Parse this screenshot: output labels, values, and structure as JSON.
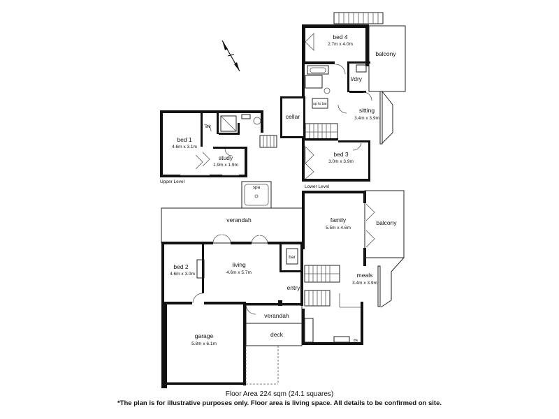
{
  "rooms": {
    "bed4": {
      "name": "bed 4",
      "dims": "2.7m x 4.0m"
    },
    "balcony_top": {
      "name": "balcony"
    },
    "ldry": {
      "name": "l/dry"
    },
    "cellar": {
      "name": "cellar"
    },
    "sitting": {
      "name": "sitting",
      "dims": "3.4m x 3.9m"
    },
    "bed3": {
      "name": "bed 3",
      "dims": "3.0m x 3.9m"
    },
    "up_to_bar": {
      "name": "up to bar"
    },
    "bed1": {
      "name": "bed 1",
      "dims": "4.6m x 3.1m"
    },
    "wir": {
      "name": "wir"
    },
    "study": {
      "name": "study",
      "dims": "1.9m x 1.9m"
    },
    "spa": {
      "name": "spa"
    },
    "verandah_top": {
      "name": "verandah"
    },
    "family": {
      "name": "family",
      "dims": "5.5m x 4.6m"
    },
    "balcony_right": {
      "name": "balcony"
    },
    "bed2": {
      "name": "bed 2",
      "dims": "4.6m x 3.0m"
    },
    "living": {
      "name": "living",
      "dims": "4.6m x 5.7m"
    },
    "bar": {
      "name": "bar"
    },
    "meals": {
      "name": "meals",
      "dims": "3.4m x 3.9m"
    },
    "entry": {
      "name": "entry"
    },
    "verandah_bottom": {
      "name": "verandah"
    },
    "garage": {
      "name": "garage",
      "dims": "5.8m x 6.1m"
    },
    "deck": {
      "name": "deck"
    },
    "dw": {
      "name": "dw"
    }
  },
  "levels": {
    "upper": "Upper Level",
    "lower": "Lower Level"
  },
  "footer": {
    "floor_area": "Floor Area 224 sqm (24.1 squares)",
    "disclaimer": "*The plan is for illustrative purposes only. Floor area is living space. All details to be confirmed on site."
  }
}
